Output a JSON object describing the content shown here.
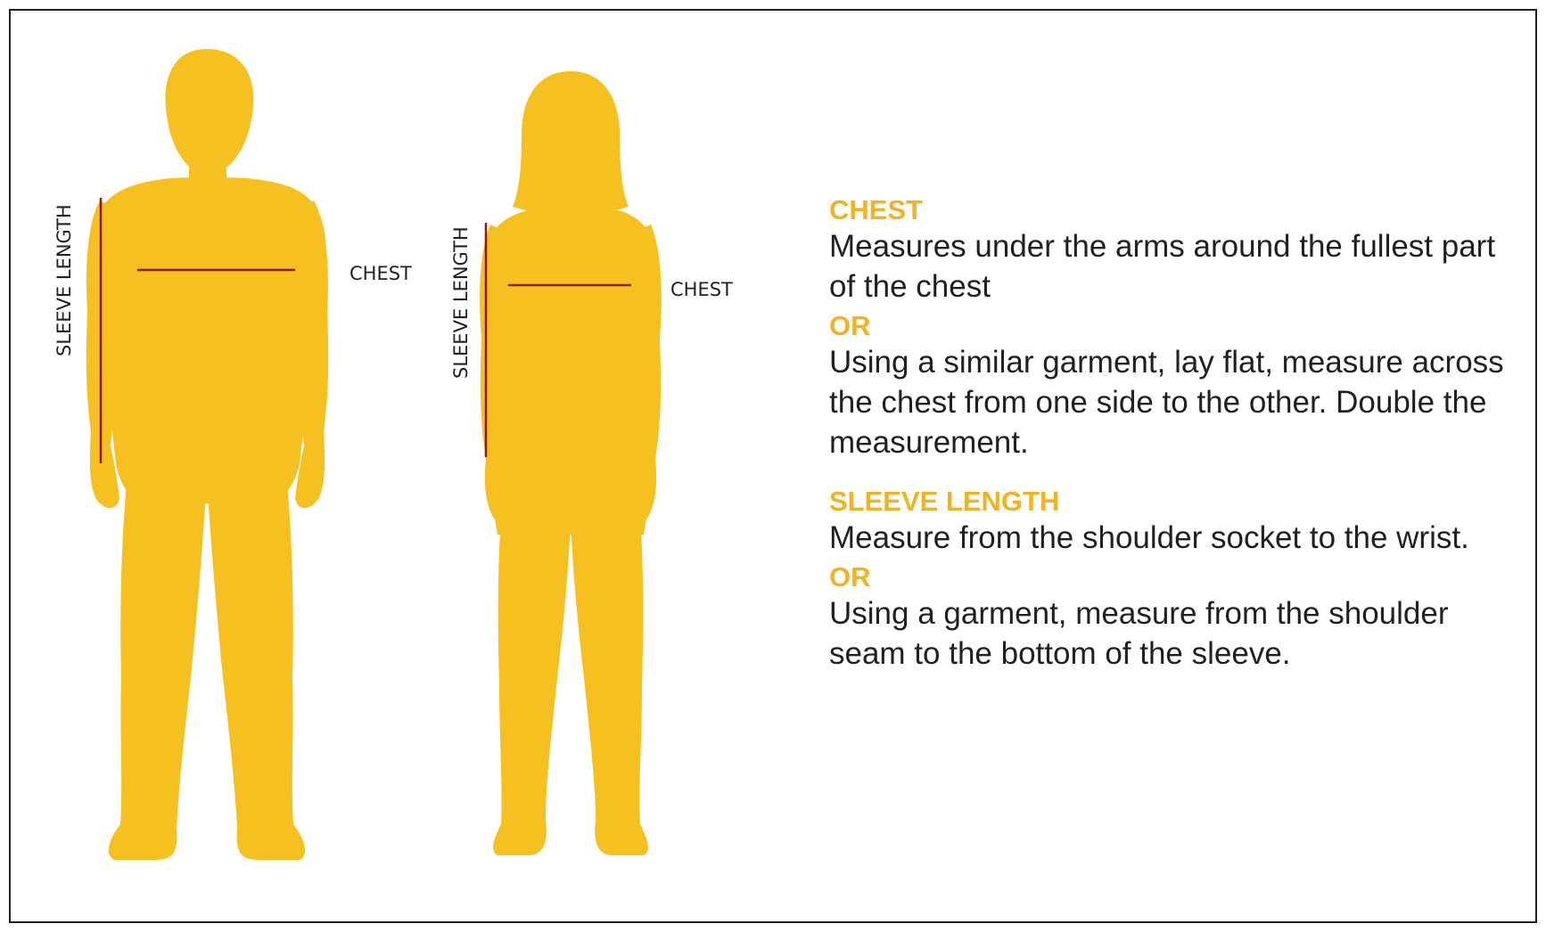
{
  "colors": {
    "figure_fill": "#f5c020",
    "measure_line": "#8b1a1a",
    "heading": "#f0b323",
    "text": "#231f20",
    "border": "#231f20"
  },
  "figures": {
    "male": {
      "sleeve_label": "SLEEVE LENGTH",
      "chest_label": "CHEST"
    },
    "female": {
      "sleeve_label": "SLEEVE LENGTH",
      "chest_label": "CHEST"
    }
  },
  "chest": {
    "heading": "CHEST",
    "text1": "Measures under the arms around the fullest part of the chest",
    "or": "OR",
    "text2": "Using a similar garment, lay flat, measure across the chest from one side to the other. Double the measurement."
  },
  "sleeve": {
    "heading": "SLEEVE LENGTH",
    "text1": "Measure from the shoulder socket to the wrist.",
    "or": "OR",
    "text2": "Using a garment, measure from the shoulder seam to the bottom of the sleeve."
  }
}
